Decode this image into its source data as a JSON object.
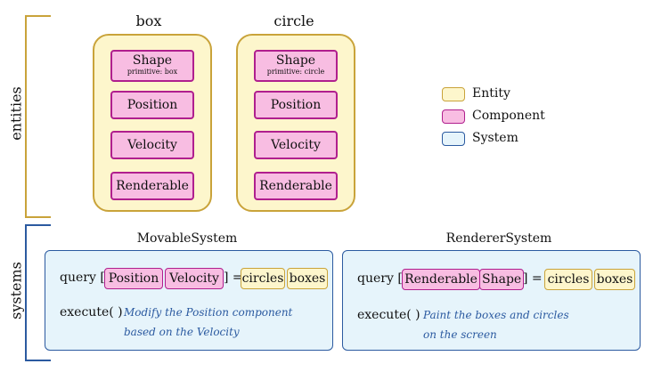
{
  "side_labels": {
    "entities": "entities",
    "systems": "systems"
  },
  "entities": [
    {
      "name": "box",
      "components": [
        {
          "label": "Shape",
          "sublabel": "primitive: box"
        },
        {
          "label": "Position"
        },
        {
          "label": "Velocity"
        },
        {
          "label": "Renderable"
        }
      ]
    },
    {
      "name": "circle",
      "components": [
        {
          "label": "Shape",
          "sublabel": "primitive: circle"
        },
        {
          "label": "Position"
        },
        {
          "label": "Velocity"
        },
        {
          "label": "Renderable"
        }
      ]
    }
  ],
  "legend": [
    {
      "label": "Entity",
      "color": "#fdf6cc",
      "border": "#c9a33a"
    },
    {
      "label": "Component",
      "color": "#f8bde2",
      "border": "#b01f8e"
    },
    {
      "label": "System",
      "color": "#e6f4fb",
      "border": "#2b5aa0"
    }
  ],
  "systems": [
    {
      "title": "MovableSystem",
      "query_label": "query [",
      "query_components": [
        "Position",
        "Velocity"
      ],
      "query_close": "] =",
      "query_results": [
        "circles",
        "boxes"
      ],
      "execute_label": "execute( )",
      "execute_description": "Modify the Position component based on the Velocity"
    },
    {
      "title": "RendererSystem",
      "query_label": "query [",
      "query_components": [
        "Renderable",
        "Shape"
      ],
      "query_close": "] =",
      "query_results": [
        "circles",
        "boxes"
      ],
      "execute_label": "execute( )",
      "execute_description": "Paint the boxes and circles on the screen"
    }
  ]
}
